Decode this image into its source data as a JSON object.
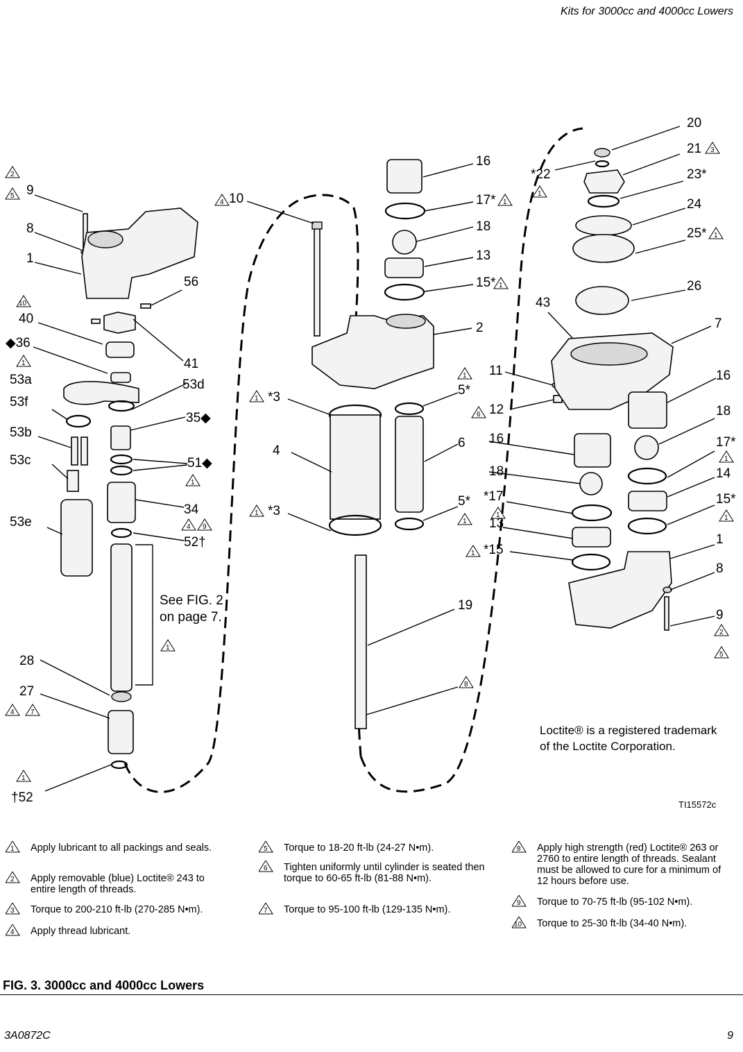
{
  "header": "Kits for 3000cc and 4000cc Lowers",
  "footer_left": "3A0872C",
  "footer_right": "9",
  "figure_title": "FIG. 3. 3000cc and 4000cc Lowers",
  "figure_id": "TI15572c",
  "see_fig": [
    "See FIG. 2",
    "on page 7."
  ],
  "trademark": [
    "Loctite® is a registered trademark",
    "of the Loctite Corporation."
  ],
  "labels": {
    "l_9": "9",
    "l_8": "8",
    "l_1": "1",
    "l_56": "56",
    "l_40": "40",
    "l_36": "◆36",
    "l_41": "41",
    "l_53a": "53a",
    "l_53d": "53d",
    "l_53f": "53f",
    "l_35": "35◆",
    "l_53b": "53b",
    "l_51": "51◆",
    "l_53c": "53c",
    "l_34": "34",
    "l_53e": "53e",
    "l_52a": "52†",
    "l_28": "28",
    "l_27": "27",
    "l_52b": "†52",
    "c_10": "10",
    "c_3a": "*3",
    "c_4": "4",
    "c_3b": "*3",
    "c_16": "16",
    "c_17": "17*",
    "c_18": "18",
    "c_13": "13",
    "c_15": "15*",
    "c_2": "2",
    "c_5a": "5*",
    "c_6": "6",
    "c_5b": "5*",
    "c_19": "19",
    "c_11": "11",
    "c_12": "12",
    "c_16b": "16",
    "c_18b": "18",
    "c_17b": "*17",
    "c_13b": "13",
    "c_15b": "*15",
    "r_20": "20",
    "r_21": "21",
    "r_22": "*22",
    "r_23": "23*",
    "r_24": "24",
    "r_25": "25*",
    "r_43": "43",
    "r_26": "26",
    "r_7": "7",
    "r_16": "16",
    "r_18": "18",
    "r_17": "17*",
    "r_14": "14",
    "r_15": "15*",
    "r_1": "1",
    "r_8": "8",
    "r_9": "9"
  },
  "notes": [
    {
      "num": "1",
      "text": "Apply lubricant to all packings and seals."
    },
    {
      "num": "2",
      "text": "Apply removable (blue) Loctite® 243 to entire length of threads."
    },
    {
      "num": "3",
      "text": "Torque to 200-210 ft-lb (270-285 N•m)."
    },
    {
      "num": "4",
      "text": "Apply thread lubricant."
    },
    {
      "num": "5",
      "text": "Torque to 18-20 ft-lb (24-27 N•m)."
    },
    {
      "num": "6",
      "text": "Tighten uniformly until cylinder is seated then torque to 60-65 ft-lb (81-88 N•m)."
    },
    {
      "num": "7",
      "text": "Torque to 95-100 ft-lb (129-135 N•m)."
    },
    {
      "num": "8",
      "text": "Apply high strength (red) Loctite® 263 or 2760 to entire length of threads. Sealant must be allowed to cure for a minimum of 12 hours before use."
    },
    {
      "num": "9",
      "text": "Torque to 70-75 ft-lb (95-102 N•m)."
    },
    {
      "num": "10",
      "text": "Torque to 25-30 ft-lb (34-40 N•m)."
    }
  ],
  "tri": {
    "t1": "1",
    "t2": "2",
    "t3": "3",
    "t4": "4",
    "t5": "5",
    "t6": "6",
    "t7": "7",
    "t8": "8",
    "t9": "9",
    "t10": "10"
  }
}
